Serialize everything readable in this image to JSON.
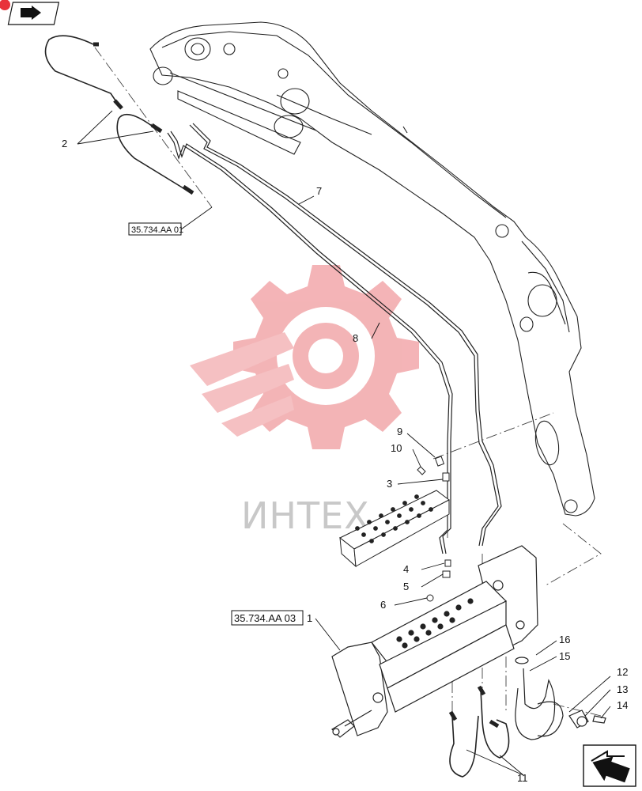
{
  "diagram": {
    "callouts": {
      "c1": "1",
      "c2": "2",
      "c3": "3",
      "c4": "4",
      "c5": "5",
      "c6": "6",
      "c7": "7",
      "c8": "8",
      "c9": "9",
      "c10": "10",
      "c11": "11",
      "c12": "12",
      "c13": "13",
      "c14": "14",
      "c15": "15",
      "c16": "16"
    },
    "references": {
      "ref_top": "35.734.AA 01",
      "ref_coupler": "35.734.AA 03"
    }
  },
  "watermark": {
    "text": "ИНТЕХ",
    "color": "#e8323a"
  },
  "nav": {
    "prev_icon": "page-back-arrow-icon",
    "next_icon": "page-forward-arrow-icon"
  }
}
